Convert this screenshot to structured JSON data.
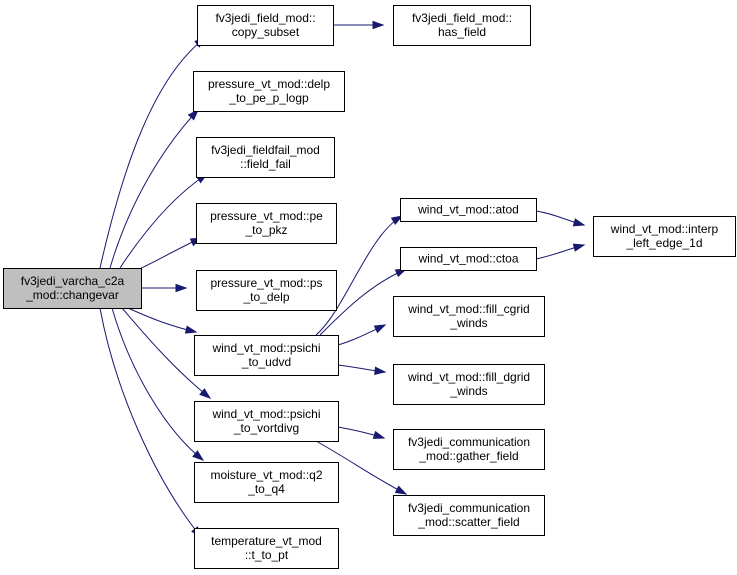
{
  "root": "root",
  "colors": {
    "edge": "#191970",
    "root_fill": "#bfbfbf",
    "node_fill": "#ffffff"
  },
  "nodes": [
    {
      "id": "root",
      "lines": [
        "fv3jedi_varcha_c2a",
        "_mod::changevar"
      ]
    },
    {
      "id": "copy_subset",
      "lines": [
        "fv3jedi_field_mod::",
        "copy_subset"
      ]
    },
    {
      "id": "has_field",
      "lines": [
        "fv3jedi_field_mod::",
        "has_field"
      ]
    },
    {
      "id": "delp_to_pe",
      "lines": [
        "pressure_vt_mod::delp",
        "_to_pe_p_logp"
      ]
    },
    {
      "id": "field_fail",
      "lines": [
        "fv3jedi_fieldfail_mod",
        "::field_fail"
      ]
    },
    {
      "id": "pe_to_pkz",
      "lines": [
        "pressure_vt_mod::pe",
        "_to_pkz"
      ]
    },
    {
      "id": "ps_to_delp",
      "lines": [
        "pressure_vt_mod::ps",
        "_to_delp"
      ]
    },
    {
      "id": "psichi_udvd",
      "lines": [
        "wind_vt_mod::psichi",
        "_to_udvd"
      ]
    },
    {
      "id": "psichi_vortdivg",
      "lines": [
        "wind_vt_mod::psichi",
        "_to_vortdivg"
      ]
    },
    {
      "id": "q2_to_q4",
      "lines": [
        "moisture_vt_mod::q2",
        "_to_q4"
      ]
    },
    {
      "id": "t_to_pt",
      "lines": [
        "temperature_vt_mod",
        "::t_to_pt"
      ]
    },
    {
      "id": "atod",
      "lines": [
        "wind_vt_mod::atod"
      ]
    },
    {
      "id": "ctoa",
      "lines": [
        "wind_vt_mod::ctoa"
      ]
    },
    {
      "id": "interp",
      "lines": [
        "wind_vt_mod::interp",
        "_left_edge_1d"
      ]
    },
    {
      "id": "fill_cgrid",
      "lines": [
        "wind_vt_mod::fill_cgrid",
        "_winds"
      ]
    },
    {
      "id": "fill_dgrid",
      "lines": [
        "wind_vt_mod::fill_dgrid",
        "_winds"
      ]
    },
    {
      "id": "gather_field",
      "lines": [
        "fv3jedi_communication",
        "_mod::gather_field"
      ]
    },
    {
      "id": "scatter_field",
      "lines": [
        "fv3jedi_communication",
        "_mod::scatter_field"
      ]
    }
  ],
  "edges": [
    {
      "from": "root",
      "to": "copy_subset"
    },
    {
      "from": "root",
      "to": "delp_to_pe"
    },
    {
      "from": "root",
      "to": "field_fail"
    },
    {
      "from": "root",
      "to": "pe_to_pkz"
    },
    {
      "from": "root",
      "to": "ps_to_delp"
    },
    {
      "from": "root",
      "to": "psichi_udvd"
    },
    {
      "from": "root",
      "to": "psichi_vortdivg"
    },
    {
      "from": "root",
      "to": "q2_to_q4"
    },
    {
      "from": "root",
      "to": "t_to_pt"
    },
    {
      "from": "copy_subset",
      "to": "has_field"
    },
    {
      "from": "psichi_udvd",
      "to": "atod"
    },
    {
      "from": "psichi_udvd",
      "to": "ctoa"
    },
    {
      "from": "psichi_udvd",
      "to": "fill_cgrid"
    },
    {
      "from": "psichi_udvd",
      "to": "fill_dgrid"
    },
    {
      "from": "atod",
      "to": "interp"
    },
    {
      "from": "ctoa",
      "to": "interp"
    },
    {
      "from": "psichi_vortdivg",
      "to": "gather_field"
    },
    {
      "from": "psichi_vortdivg",
      "to": "scatter_field"
    }
  ]
}
